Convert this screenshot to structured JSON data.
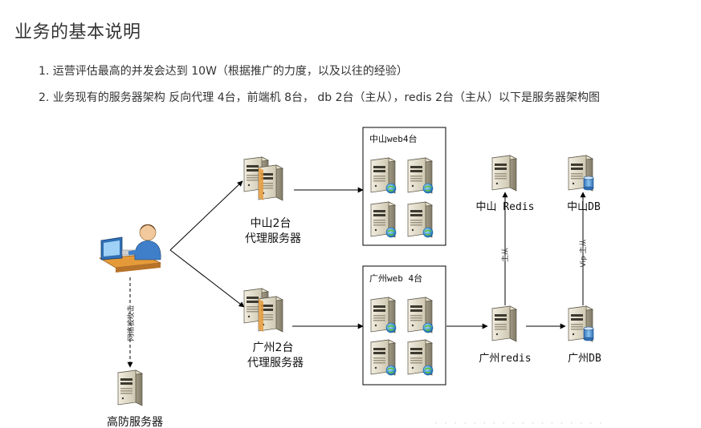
{
  "page": {
    "title": "业务的基本说明",
    "items": [
      "1. 运营评估最高的并发会达到 10W（根据推广的力度，以及以往的经验）",
      "2. 业务现有的服务器架构 反向代理 4台，前端机 8台， db 2台（主从），redis 2台（主从）以下是服务器架构图"
    ]
  },
  "diagram": {
    "nodes": {
      "proxy_zs": [
        "中山2台",
        "代理服务器"
      ],
      "proxy_gz": [
        "广州2台",
        "代理服务器"
      ],
      "web_zs_group": "中山web4台",
      "web_gz_group": "广州web 4台",
      "redis_zs": "中山 Redis",
      "redis_gz": "广州redis",
      "db_zs": "中山DB",
      "db_gz": "广州DB",
      "defense": "高防服务器"
    },
    "edge_labels": {
      "attack": "网络被攻击",
      "redis_replication": "主从",
      "db_replication": "Vip 主从"
    },
    "watermark": "· · · · · · · · · · · · · · · · · ·"
  }
}
